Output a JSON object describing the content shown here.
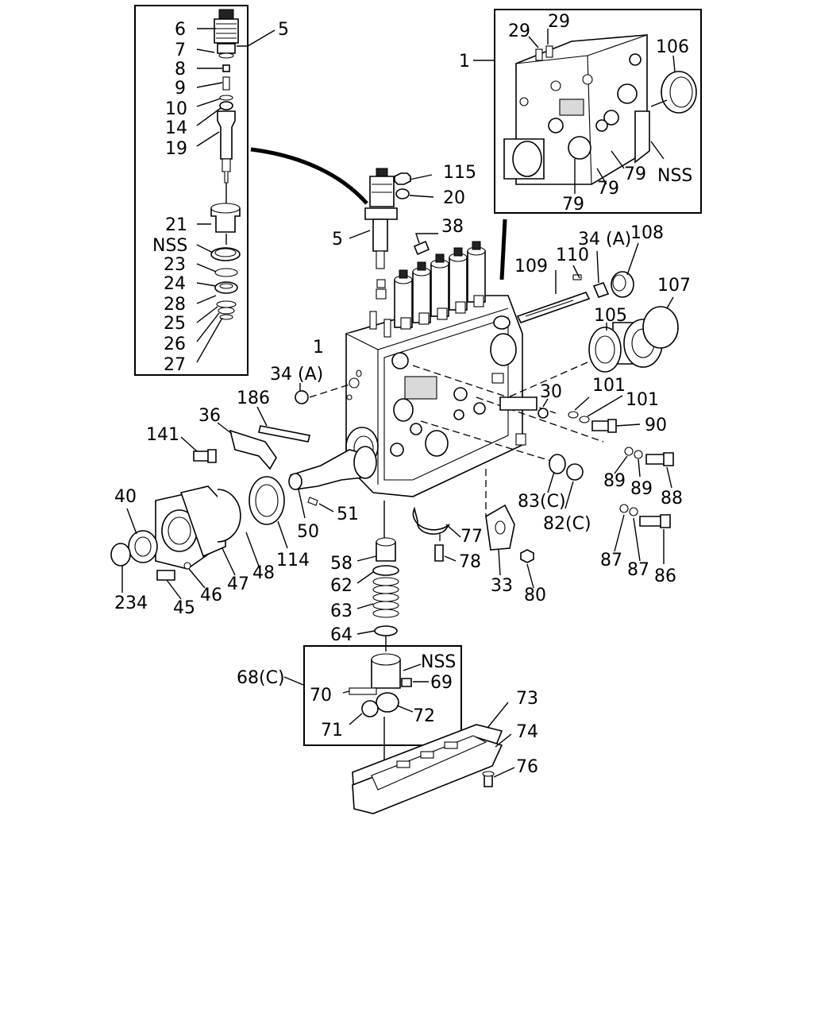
{
  "callouts": {
    "c6": "6",
    "c7": "7",
    "c5a": "5",
    "c8": "8",
    "c9": "9",
    "c10": "10",
    "c14": "14",
    "c19": "19",
    "c21": "21",
    "nssA": "NSS",
    "c23": "23",
    "c24": "24",
    "c28": "28",
    "c25": "25",
    "c26": "26",
    "c27": "27",
    "c29a": "29",
    "c29b": "29",
    "c1a": "1",
    "c106": "106",
    "c79a": "79",
    "nssB": "NSS",
    "c79b": "79",
    "c79c": "79",
    "c115": "115",
    "c20": "20",
    "c5b": "5",
    "c38": "38",
    "c34a": "34 (A)",
    "c108": "108",
    "c110": "110",
    "c109": "109",
    "c107": "107",
    "c105": "105",
    "c1b": "1",
    "c34b": "34 (A)",
    "c30": "30",
    "c101a": "101",
    "c101b": "101",
    "c186": "186",
    "c90": "90",
    "c36": "36",
    "c141": "141",
    "c89a": "89",
    "c89b": "89",
    "c88": "88",
    "c83": "83(C)",
    "c82": "82(C)",
    "c51": "51",
    "c50": "50",
    "c40": "40",
    "c77": "77",
    "c87a": "87",
    "c87b": "87",
    "c86": "86",
    "c114": "114",
    "c48": "48",
    "c47": "47",
    "c46": "46",
    "c45": "45",
    "c234": "234",
    "c58": "58",
    "c78": "78",
    "c62": "62",
    "c33": "33",
    "c80": "80",
    "c63": "63",
    "c64": "64",
    "nssC": "NSS",
    "c68": "68(C)",
    "c69": "69",
    "c70": "70",
    "c72": "72",
    "c71": "71",
    "c73": "73",
    "c74": "74",
    "c76": "76"
  }
}
